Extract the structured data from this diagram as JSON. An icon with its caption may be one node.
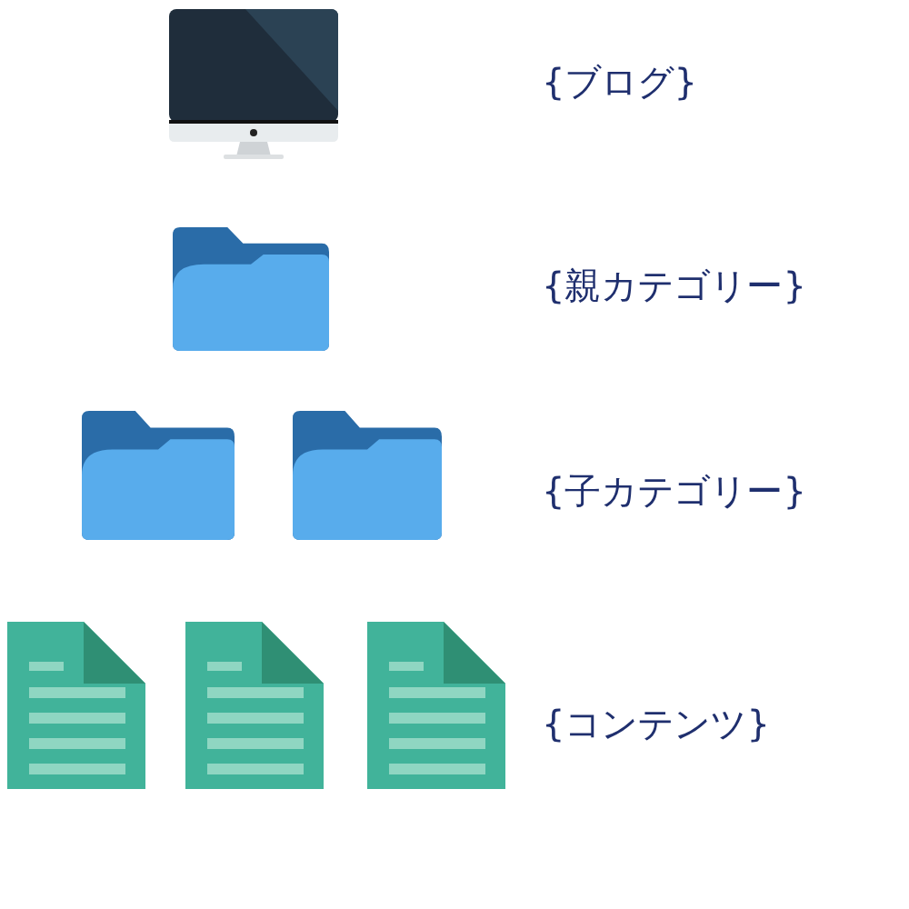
{
  "diagram": {
    "labels": [
      "{ブログ}",
      "{親カテゴリー}",
      "{子カテゴリー}",
      "{コンテンツ}"
    ]
  }
}
